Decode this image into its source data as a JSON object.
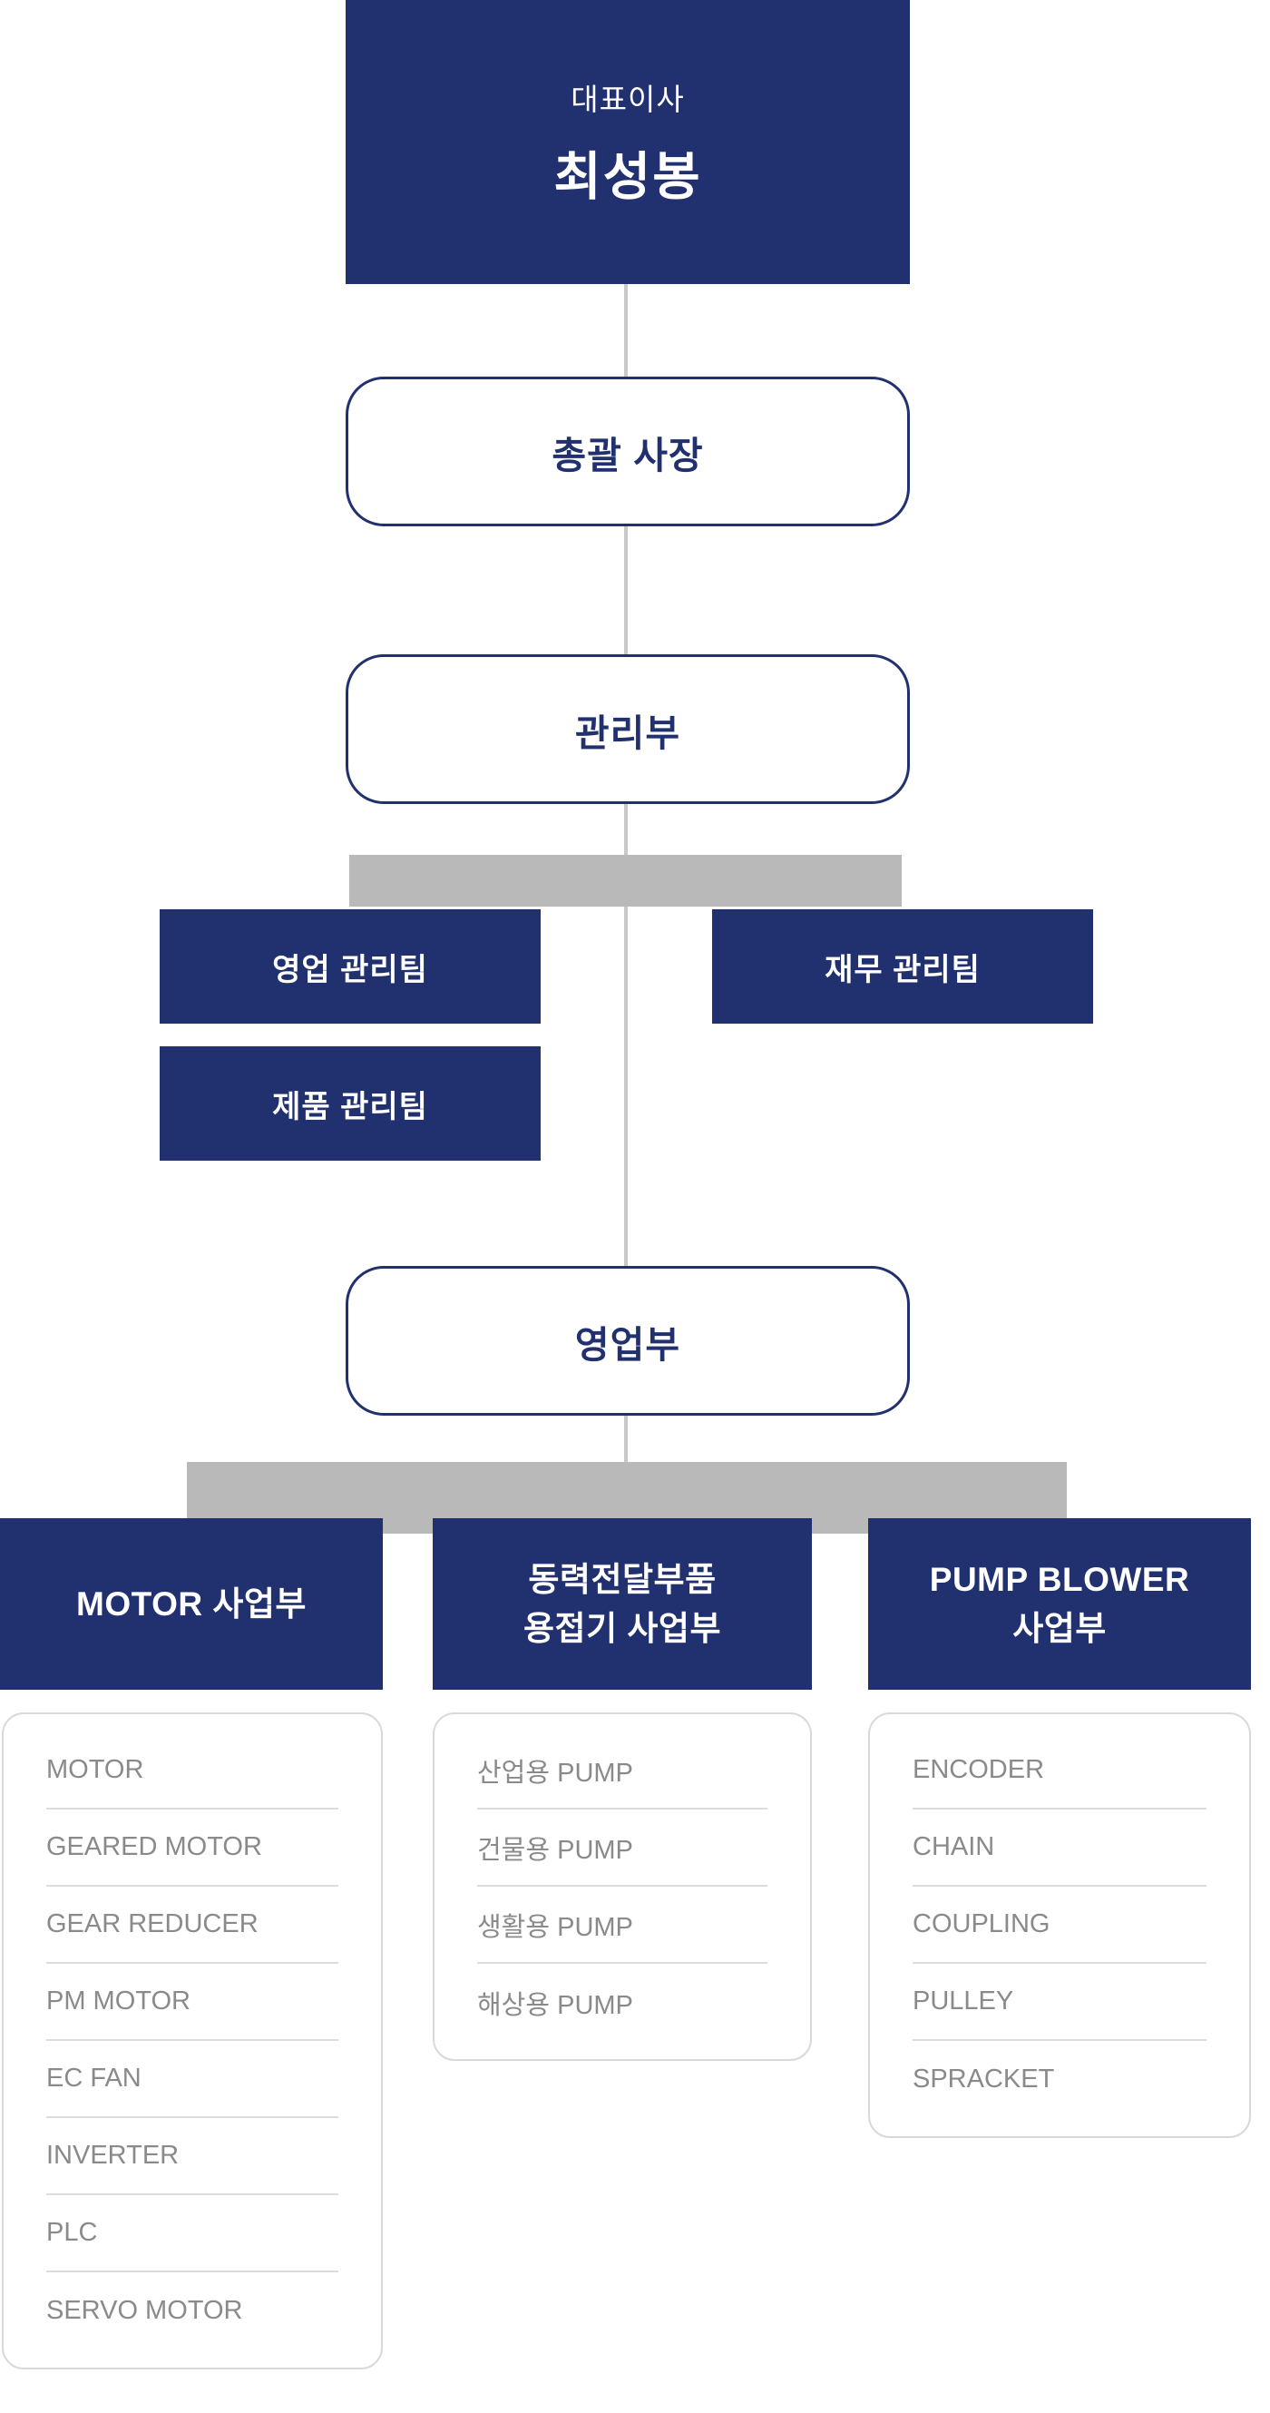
{
  "colors": {
    "navy": "#21306e",
    "branch_bar": "#b9b9b9",
    "connector_line": "#c9c9c9",
    "list_text": "#8a8a8a",
    "panel_border": "#d9d9d9"
  },
  "ceo": {
    "title": "대표이사",
    "name": "최성봉"
  },
  "nodes": {
    "president": "총괄 사장",
    "admin": "관리부",
    "sales": "영업부"
  },
  "admin_teams": [
    "영업 관리팀",
    "재무 관리팀",
    "제품 관리팀"
  ],
  "divisions": [
    {
      "title_lines": [
        "MOTOR 사업부"
      ],
      "items": [
        "MOTOR",
        "GEARED MOTOR",
        "GEAR REDUCER",
        "PM MOTOR",
        "EC FAN",
        "INVERTER",
        "PLC",
        "SERVO MOTOR"
      ]
    },
    {
      "title_lines": [
        "동력전달부품",
        "용접기 사업부"
      ],
      "items": [
        "산업용 PUMP",
        "건물용 PUMP",
        "생활용 PUMP",
        "해상용 PUMP"
      ]
    },
    {
      "title_lines": [
        "PUMP BLOWER",
        "사업부"
      ],
      "items": [
        "ENCODER",
        "CHAIN",
        "COUPLING",
        "PULLEY",
        "SPRACKET"
      ]
    }
  ]
}
